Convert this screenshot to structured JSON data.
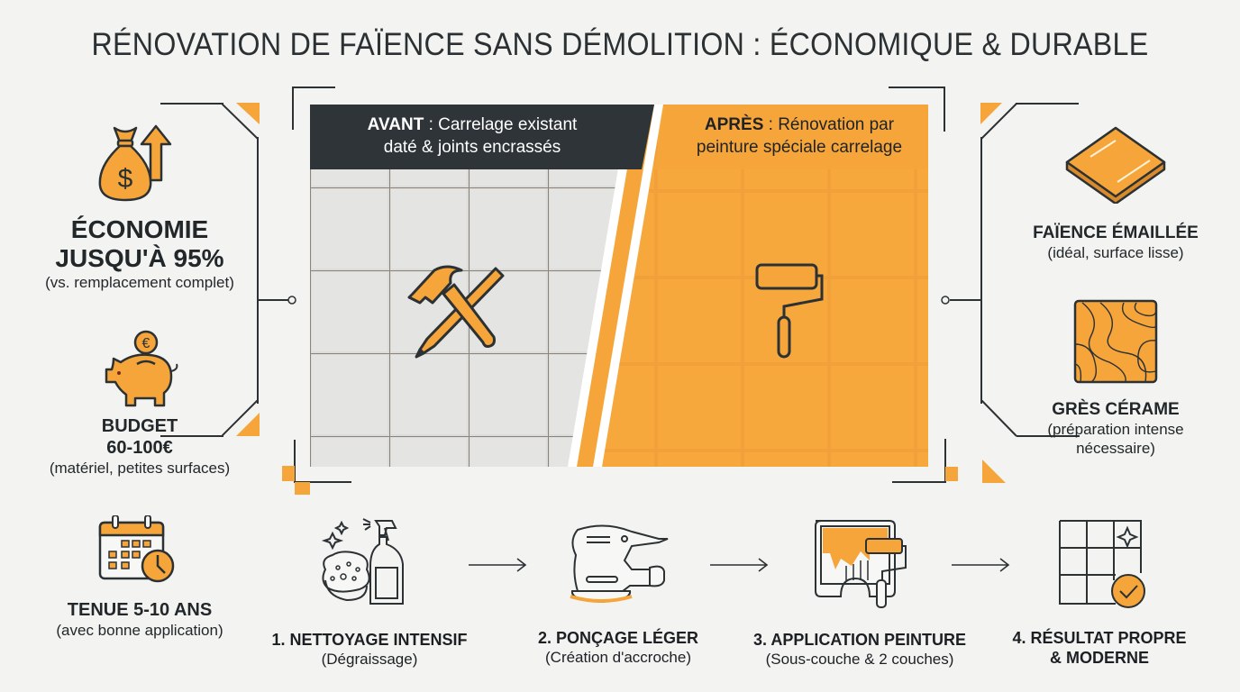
{
  "title": "RÉNOVATION DE FAÏENCE SANS DÉMOLITION : ÉCONOMIQUE & DURABLE",
  "colors": {
    "accent": "#f5a53a",
    "dark": "#2c3134",
    "background": "#f3f3f2",
    "tile_white": "#d9d9d7"
  },
  "left_panel": {
    "items": [
      {
        "icon": "money-bag-arrow-up-icon",
        "heading_line1": "ÉCONOMIE",
        "heading_line2": "JUSQU'À 95%",
        "sub": "(vs. remplacement complet)"
      },
      {
        "icon": "piggy-bank-euro-icon",
        "heading_line1": "BUDGET",
        "heading_line2": "60-100€",
        "sub": "(matériel, petites surfaces)"
      },
      {
        "icon": "calendar-clock-icon",
        "heading_line1": "TENUE 5-10 ANS",
        "sub": "(avec bonne application)"
      }
    ]
  },
  "hero": {
    "before": {
      "label_bold": "AVANT",
      "label_rest": " : Carrelage existant",
      "line2": "daté & joints encrassés",
      "icon": "hammer-pencil-icon"
    },
    "after": {
      "label_bold": "APRÈS",
      "label_rest": " : Rénovation par",
      "line2": "peinture spéciale carrelage",
      "icon": "paint-roller-icon"
    }
  },
  "right_panel": {
    "items": [
      {
        "icon": "glazed-tile-icon",
        "heading": "FAÏENCE ÉMAILLÉE",
        "sub": "(idéal, surface lisse)"
      },
      {
        "icon": "stoneware-tile-icon",
        "heading": "GRÈS CÉRAME",
        "sub_line1": "(préparation intense",
        "sub_line2": "nécessaire)"
      }
    ]
  },
  "steps": [
    {
      "icon": "spray-sponge-icon",
      "heading": "1. NETTOYAGE INTENSIF",
      "sub": "(Dégraissage)"
    },
    {
      "icon": "orbital-sander-icon",
      "heading": "2. PONÇAGE LÉGER",
      "sub": "(Création d'accroche)"
    },
    {
      "icon": "paint-application-icon",
      "heading": "3. APPLICATION PEINTURE",
      "sub": "(Sous-couche & 2 couches)"
    },
    {
      "icon": "tile-grid-check-icon",
      "heading_line1": "4. RÉSULTAT PROPRE",
      "heading_line2": "& MODERNE"
    }
  ]
}
